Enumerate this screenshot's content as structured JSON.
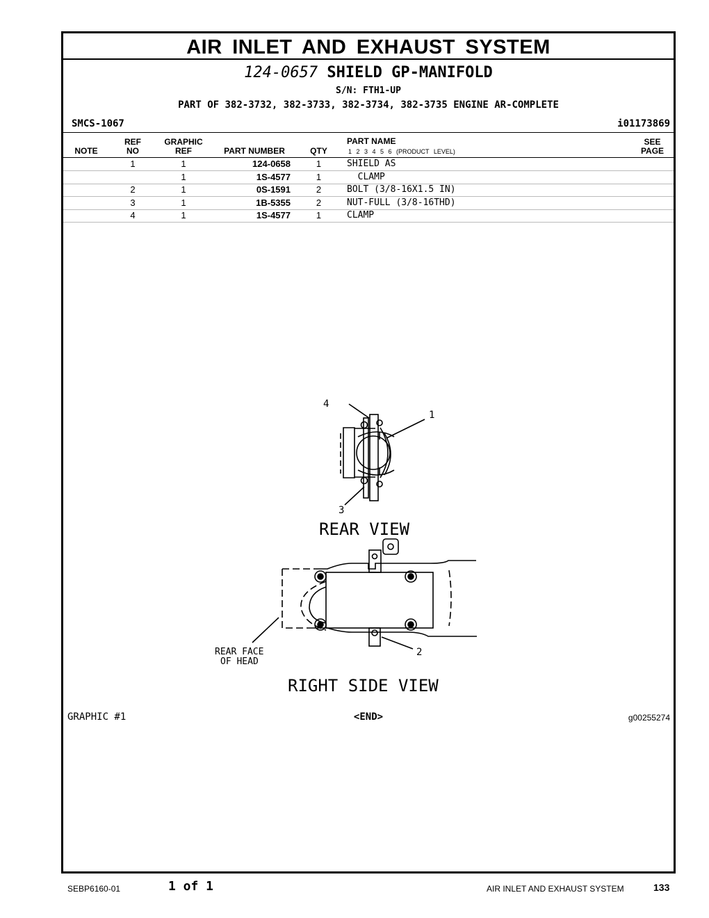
{
  "section_title": "AIR INLET AND EXHAUST SYSTEM",
  "group": {
    "number": "124-0657",
    "name": "SHIELD GP-MANIFOLD",
    "serial": "S/N: FTH1-UP",
    "part_of": "PART OF 382-3732, 382-3733, 382-3734, 382-3735 ENGINE AR-COMPLETE"
  },
  "smcs": "SMCS-1067",
  "illustration_id": "i01173869",
  "headers": {
    "note": "NOTE",
    "ref_no_1": "REF",
    "ref_no_2": "NO",
    "graphic_ref_1": "GRAPHIC",
    "graphic_ref_2": "REF",
    "part_number": "PART NUMBER",
    "qty": "QTY",
    "part_name": "PART NAME",
    "product_level": "1 2 3 4 5 6 (PRODUCT LEVEL)",
    "see_page_1": "SEE",
    "see_page_2": "PAGE"
  },
  "rows": [
    {
      "ref": "1",
      "graphic": "1",
      "part_number": "124-0658",
      "qty": "1",
      "name": "SHIELD AS"
    },
    {
      "ref": "",
      "graphic": "1",
      "part_number": "1S-4577",
      "qty": "1",
      "name": "  CLAMP"
    },
    {
      "ref": "2",
      "graphic": "1",
      "part_number": "0S-1591",
      "qty": "2",
      "name": "BOLT (3/8-16X1.5 IN)"
    },
    {
      "ref": "3",
      "graphic": "1",
      "part_number": "1B-5355",
      "qty": "2",
      "name": "NUT-FULL (3/8-16THD)"
    },
    {
      "ref": "4",
      "graphic": "1",
      "part_number": "1S-4577",
      "qty": "1",
      "name": "CLAMP"
    }
  ],
  "figure": {
    "rear_view_label": "REAR VIEW",
    "right_side_view_label": "RIGHT SIDE VIEW",
    "rear_face_label_1": "REAR FACE",
    "rear_face_label_2": "OF HEAD",
    "callout_1": "1",
    "callout_2": "2",
    "callout_3": "3",
    "callout_4": "4"
  },
  "graphic_label": "GRAPHIC #1",
  "end_marker": "<END>",
  "graphic_id": "g00255274",
  "footer": {
    "doc_number": "SEBP6160-01",
    "page_of": "1 of 1",
    "section": "AIR INLET AND EXHAUST SYSTEM",
    "page_number": "133"
  }
}
